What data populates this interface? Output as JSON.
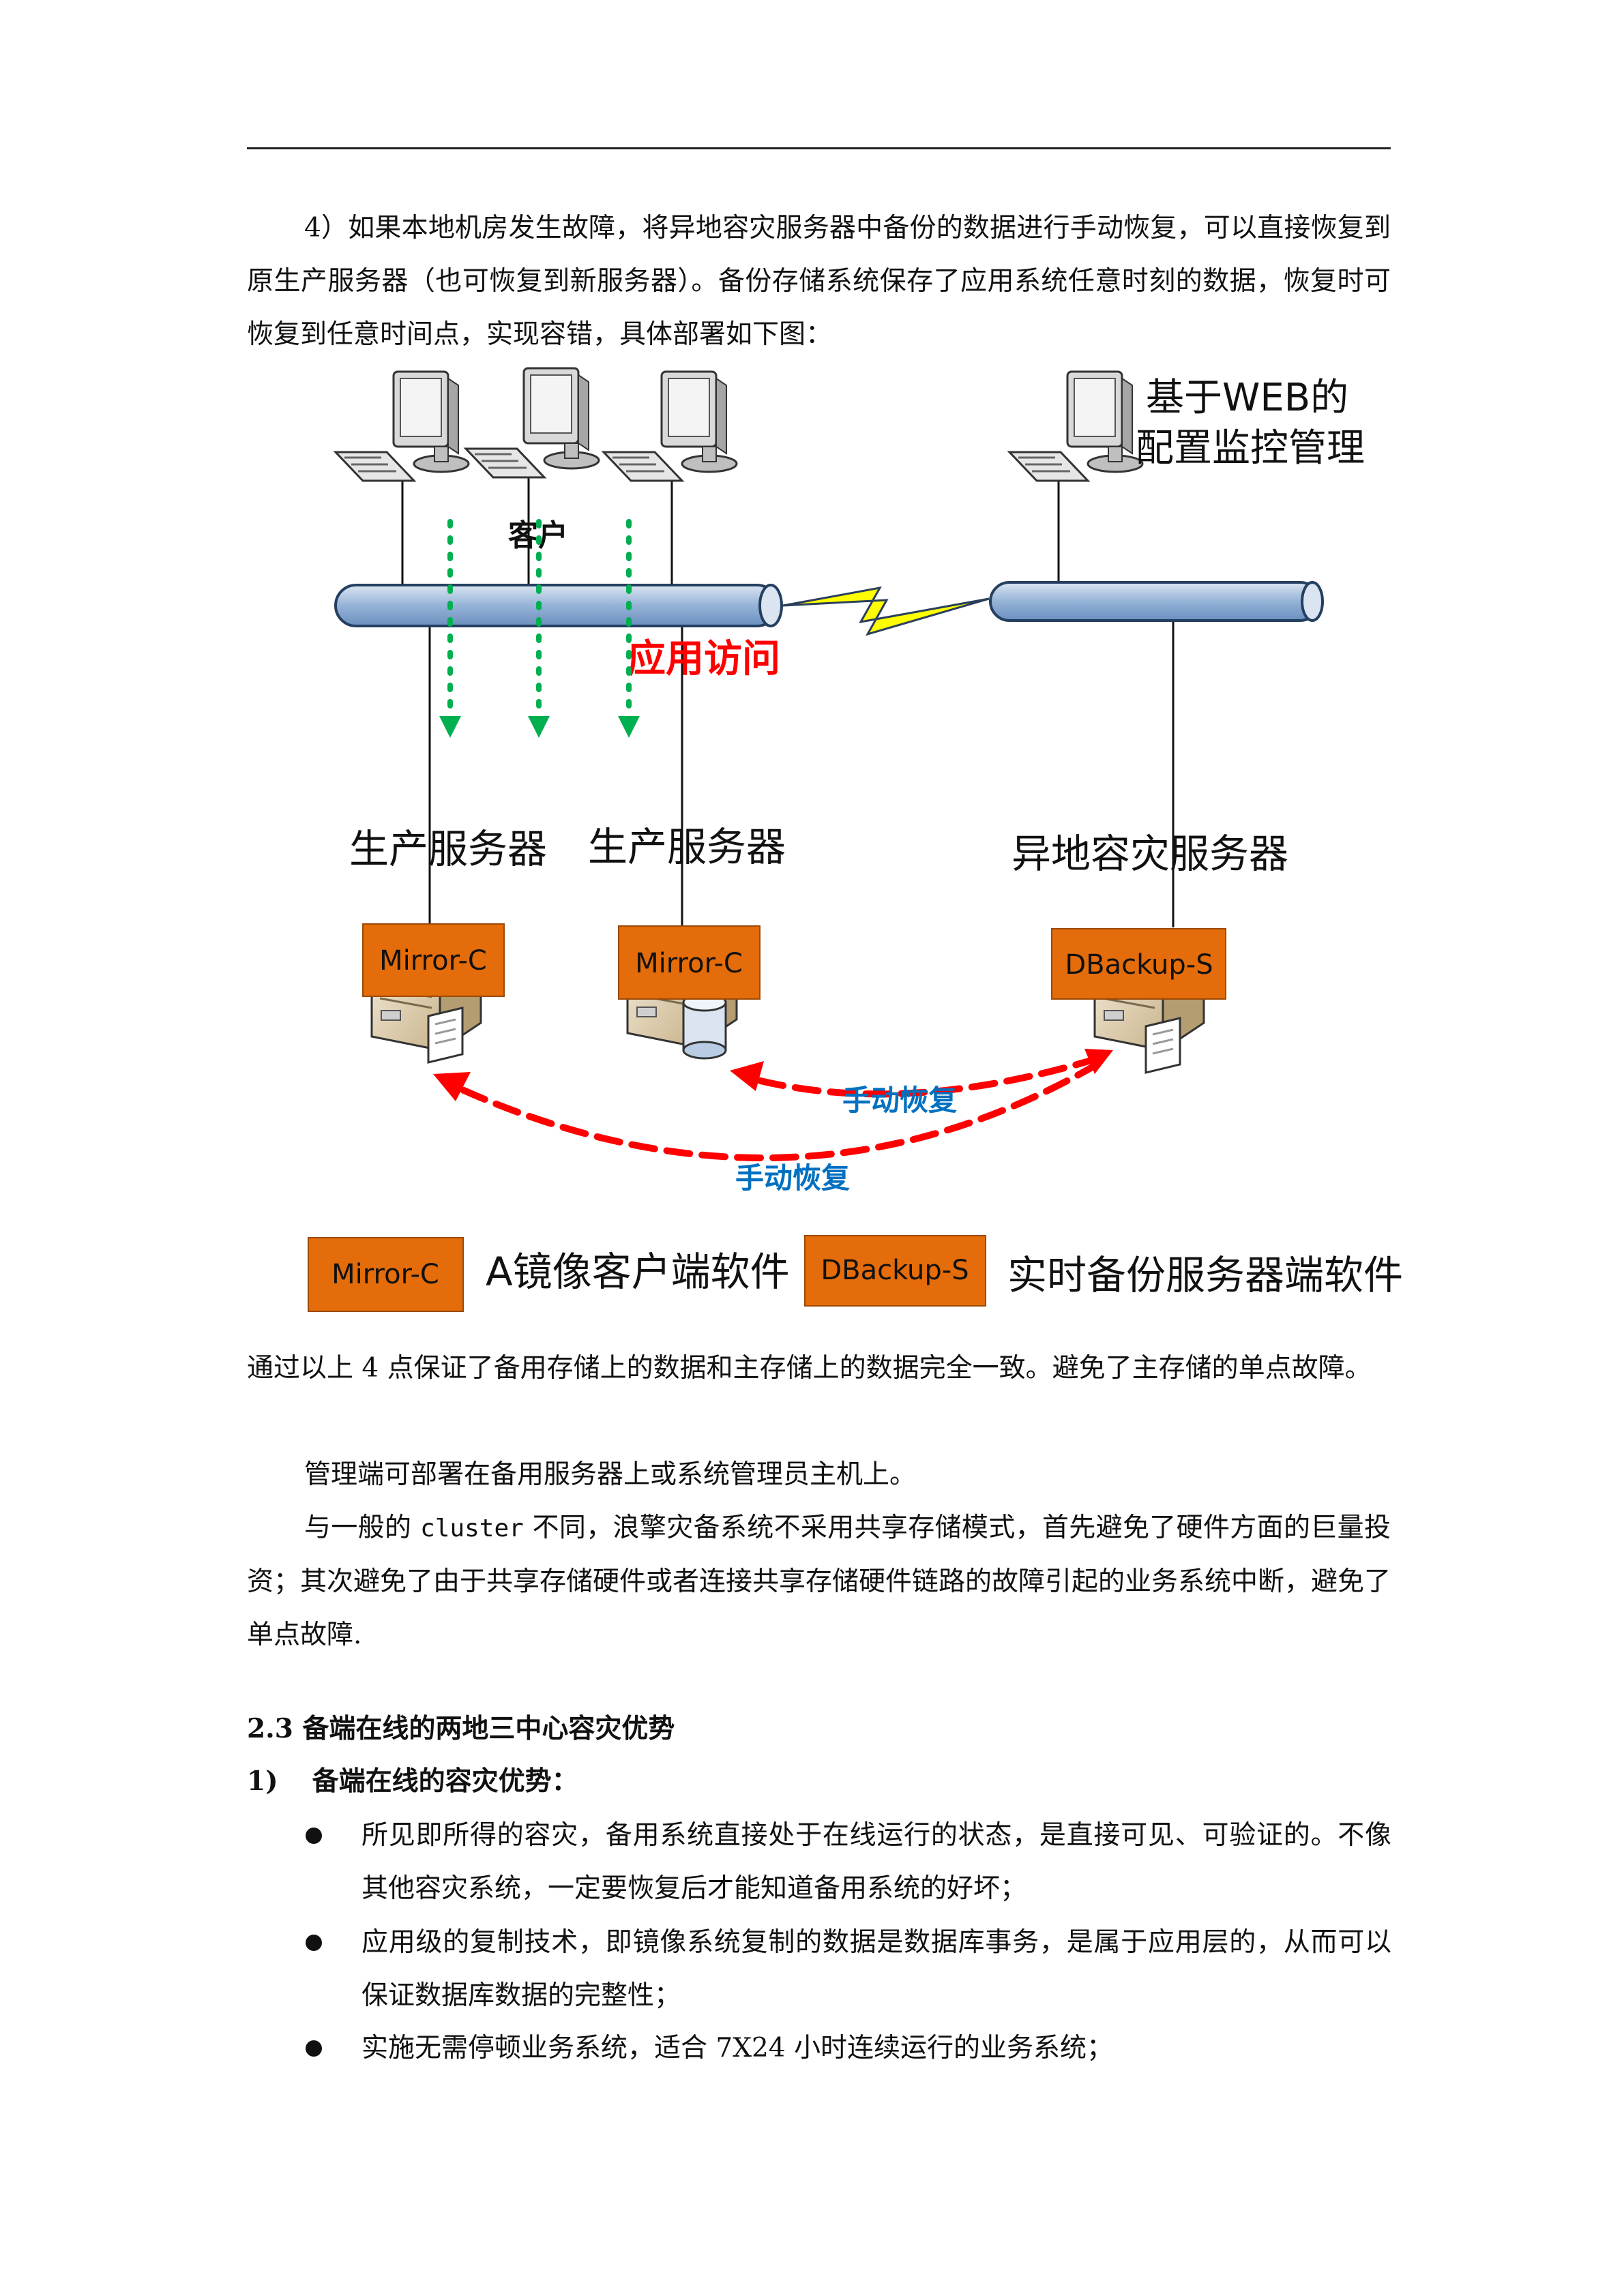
{
  "intro": "4）如果本地机房发生故障，将异地容灾服务器中备份的数据进行手动恢复，可以直接恢复到原生产服务器（也可恢复到新服务器）。备份存储系统保存了应用系统任意时刻的数据，恢复时可恢复到任意时间点，实现容错，具体部署如下图：",
  "diagram": {
    "web_label_line1": "基于WEB的",
    "web_label_line2": "配置监控管理",
    "client_label": "客户",
    "app_access_label": "应用访问",
    "prod_server_1": "生产服务器",
    "prod_server_2": "生产服务器",
    "dr_server": "异地容灾服务器",
    "mirror_c_1": "Mirror-C",
    "mirror_c_2": "Mirror-C",
    "dbackup_s": "DBackup-S",
    "manual_restore_1": "手动恢复",
    "manual_restore_2": "手动恢复",
    "legend_box_1": "Mirror-C",
    "legend_text_1": "A镜像客户端软件",
    "legend_box_2": "DBackup-S",
    "legend_text_2": "实时备份服务器端软件",
    "colors": {
      "orange": "#E46C0A",
      "pipe": "#B8CCE4",
      "red": "#FF0000",
      "green": "#00B050",
      "blue": "#0070C0",
      "bolt": "#FFFF00"
    },
    "icons": [
      "computer-icon",
      "server-icon",
      "database-icon",
      "lightning-icon"
    ]
  },
  "p1_before": "通过以上",
  "p1_num": "4",
  "p1_after": "点保证了备用存储上的数据和主存储上的数据完全一致。避免了主存储的单点故障。",
  "p2": "管理端可部署在备用服务器上或系统管理员主机上。",
  "p3_before": "与一般的",
  "p3_code": "cluster",
  "p3_after": "不同，浪擎灾备系统不采用共享存储模式，首先避免了硬件方面的巨量投资；其次避免了由于共享存储硬件或者连接共享存储硬件链路的故障引起的业务系统中断，避免了单点故障.",
  "section_heading": "2.3 备端在线的两地三中心容灾优势",
  "sub_heading_num": "1)",
  "sub_heading_text": "备端在线的容灾优势：",
  "bullets": [
    "所见即所得的容灾，备用系统直接处于在线运行的状态，是直接可见、可验证的。不像其他容灾系统，一定要恢复后才能知道备用系统的好坏；",
    "应用级的复制技术，即镜像系统复制的数据是数据库事务，是属于应用层的，从而可以保证数据库数据的完整性；",
    "实施无需停顿业务系统，适合 7X24 小时连续运行的业务系统；"
  ]
}
